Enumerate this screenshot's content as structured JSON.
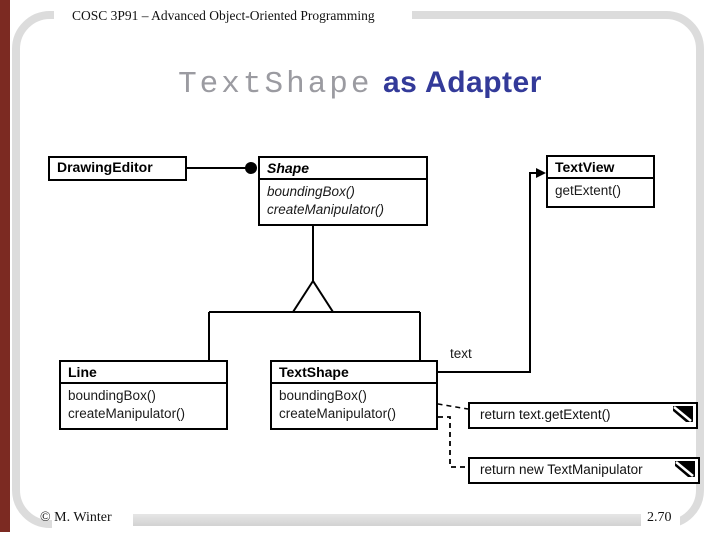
{
  "header": {
    "course": "COSC 3P91 – Advanced Object-Oriented Programming"
  },
  "title": {
    "code_part": "TextShape",
    "rest_part": "as Adapter"
  },
  "colors": {
    "title_code_gray": "#9b9ba1",
    "title_rest_navy": "#333a99",
    "frame_gray": "#dcdcdc",
    "accent_maroon": "#7c2a22",
    "line_black": "#000000"
  },
  "diagram": {
    "classes": [
      {
        "name": "DrawingEditor",
        "methods": []
      },
      {
        "name": "Shape",
        "methods": [
          "boundingBox()",
          "createManipulator()"
        ]
      },
      {
        "name": "TextView",
        "methods": [
          "getExtent()"
        ]
      },
      {
        "name": "Line",
        "methods": [
          "boundingBox()",
          "createManipulator()"
        ]
      },
      {
        "name": "TextShape",
        "methods": [
          "boundingBox()",
          "createManipulator()"
        ]
      }
    ],
    "association_label": "text",
    "notes": [
      {
        "text": "return text.getExtent()"
      },
      {
        "text": "return new TextManipulator"
      }
    ]
  },
  "footer": {
    "copyright": "© M. Winter",
    "page": "2.70"
  }
}
